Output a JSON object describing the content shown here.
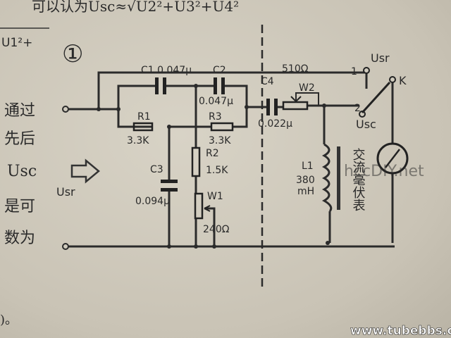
{
  "header_text": "可以认为Usc≈√U2²+U3²+U4²",
  "margin_formula": "U1²+",
  "figure_number": "①",
  "side_text": [
    "通过",
    "先后",
    "Usc",
    "是可",
    "数为"
  ],
  "bottom_fragment": ")。",
  "labels": {
    "c1": "C1 0.047μ",
    "c2": "C2",
    "c2_value": "0.047μ",
    "r1": "R1",
    "r1_value": "3.3K",
    "r3": "R3",
    "r3_value": "3.3K",
    "c3": "C3",
    "c3_value": "0.094μ",
    "r2": "R2",
    "r2_value": "1.5K",
    "w1": "W1",
    "w1_value": "240Ω",
    "c4": "C4",
    "c4_value": "0.022μ",
    "w2": "W2",
    "w2_value": "510Ω",
    "l1": "L1",
    "l1_value": "380",
    "l1_unit": "mH",
    "meter": "交流毫伏表",
    "usr_top": "Usr",
    "terminal_1": "1",
    "terminal_2": "2",
    "switch_k": "K",
    "usc": "Usc",
    "usr_input": "Usr"
  },
  "watermarks": [
    "hccDIY.net",
    "www.tubebbs.com"
  ]
}
